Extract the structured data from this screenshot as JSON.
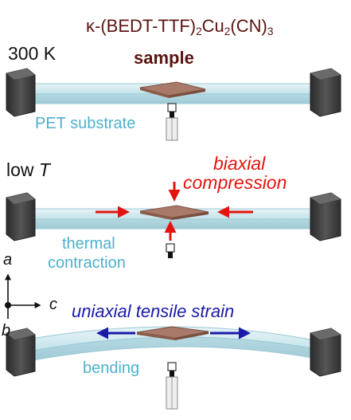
{
  "compound": {
    "prefix": "κ-(BEDT-TTF)",
    "sub1": "2",
    "mid": "Cu",
    "sub2": "2",
    "suffix": "(CN)",
    "sub3": "3"
  },
  "sample_label": "sample",
  "panels": {
    "top": {
      "temp_label": "300 K",
      "substrate_label": "PET substrate"
    },
    "middle": {
      "temp_prefix": "low ",
      "temp_symbol": "T",
      "effect_line1": "biaxial",
      "effect_line2": "compression",
      "cause_line1": "thermal",
      "cause_line2": "contraction"
    },
    "bottom": {
      "effect_label": "uniaxial tensile strain",
      "cause_label": "bending"
    }
  },
  "axes": {
    "a": "a",
    "b": "b",
    "c": "c"
  },
  "colors": {
    "substrate": "#cfeaf0",
    "clamp": "#3e3e3e",
    "sample": "#a97a6a",
    "cyan_text": "#4fb0cc",
    "red_arrow": "#e3140f",
    "blue_arrow": "#1a1aa8",
    "brown_text": "#5a1410"
  }
}
